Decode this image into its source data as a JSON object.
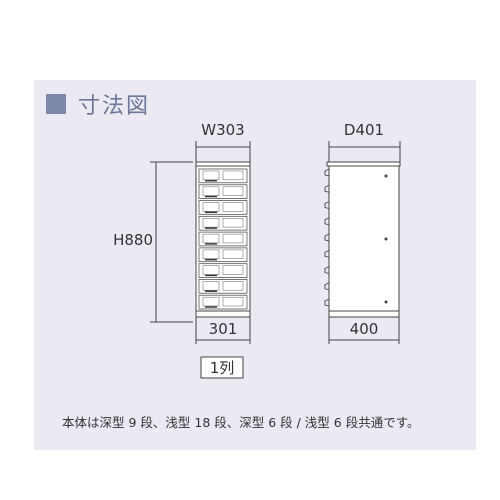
{
  "section": {
    "title": "寸法図"
  },
  "front_view": {
    "width_label": "W303",
    "height_label": "H880",
    "inner_width_label": "301",
    "column_label": "1列",
    "drawer_count": 9
  },
  "side_view": {
    "depth_label": "D401",
    "inner_depth_label": "400"
  },
  "caption": "本体は深型 9 段、浅型 18 段、深型 6 段 / 浅型 6 段共通です。",
  "colors": {
    "panel_bg": "#ebe9f2",
    "accent": "#7c87a9",
    "line": "#444444"
  }
}
